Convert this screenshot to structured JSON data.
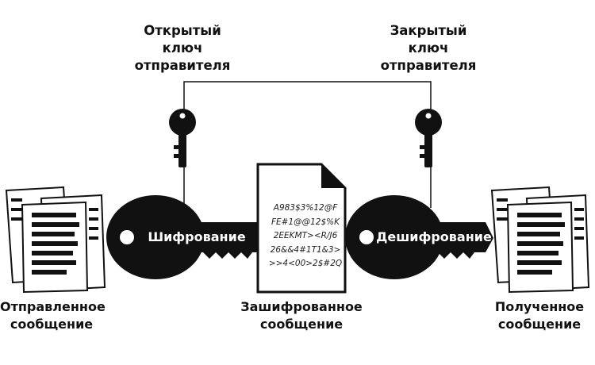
{
  "labels": {
    "public_key": [
      "Открытый",
      "ключ",
      "отправителя"
    ],
    "private_key": [
      "Закрытый",
      "ключ",
      "отправителя"
    ],
    "sent_message": [
      "Отправленное",
      "сообщение"
    ],
    "encrypted_message": [
      "Зашифрованное",
      "сообщение"
    ],
    "received_message": [
      "Полученное",
      "сообщение"
    ]
  },
  "keys": {
    "encrypt_label": "Шифрование",
    "decrypt_label": "Дешифрование"
  },
  "ciphertext": [
    "A983$3%12@F",
    "FE#1@@12$%K",
    "2EEKMT><R/J6",
    "26&&4#1T1&3>",
    ">>4<00>2$#2Q"
  ],
  "colors": {
    "ink": "#111111",
    "paper": "#ffffff"
  }
}
